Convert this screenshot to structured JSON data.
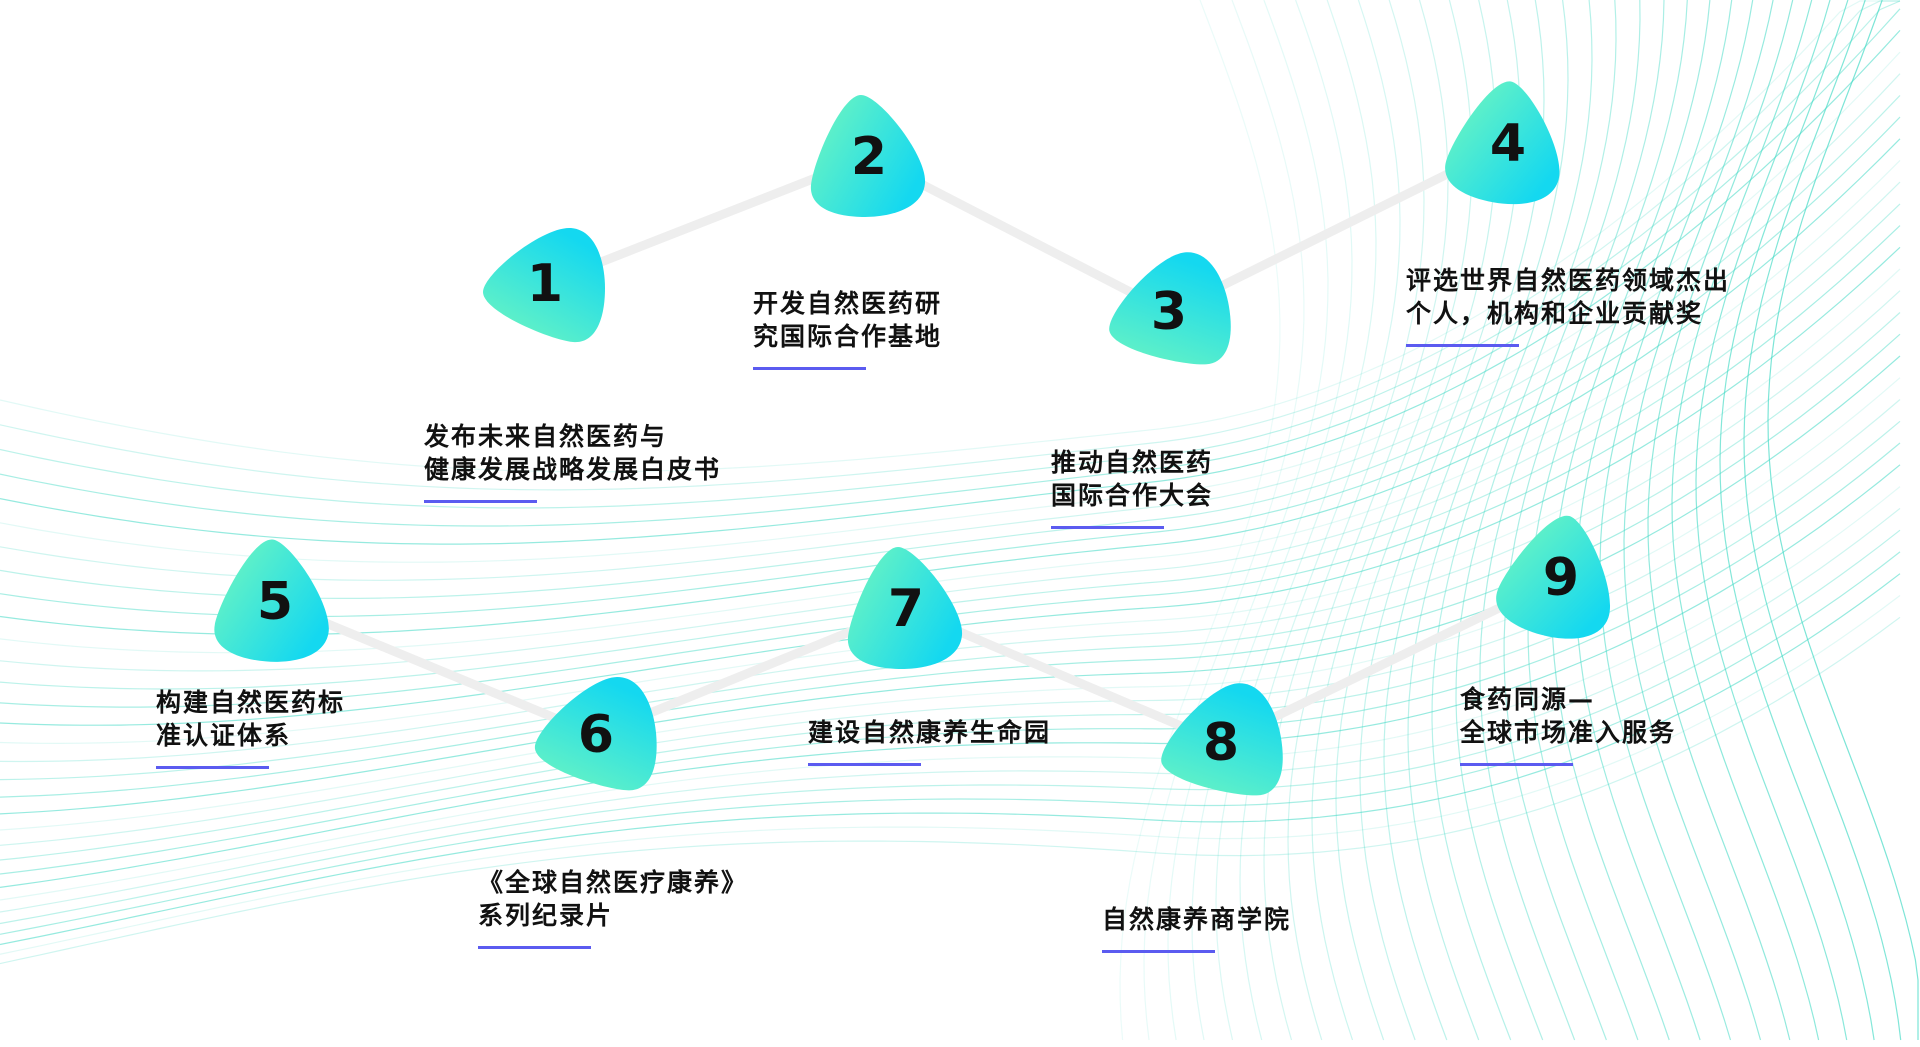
{
  "colors": {
    "gradient_start": "#74f7bd",
    "gradient_end": "#14d8f0",
    "underline": "#5b5bf0",
    "connector": "#eeeeee",
    "wave": "#3fd9c4"
  },
  "items": [
    {
      "number": "1",
      "lines": [
        "发布未来自然医药与",
        "健康发展战略发展白皮书"
      ]
    },
    {
      "number": "2",
      "lines": [
        "开发自然医药研",
        "究国际合作基地"
      ]
    },
    {
      "number": "3",
      "lines": [
        "推动自然医药",
        "国际合作大会"
      ]
    },
    {
      "number": "4",
      "lines": [
        "评选世界自然医药领域杰出",
        "个人，机构和企业贡献奖"
      ]
    },
    {
      "number": "5",
      "lines": [
        "构建自然医药标",
        "准认证体系"
      ]
    },
    {
      "number": "6",
      "lines": [
        "《全球自然医疗康养》",
        "系列纪录片"
      ]
    },
    {
      "number": "7",
      "lines": [
        "建设自然康养生命园"
      ]
    },
    {
      "number": "8",
      "lines": [
        "自然康养商学院"
      ]
    },
    {
      "number": "9",
      "lines": [
        "食药同源—",
        "全球市场准入服务"
      ]
    }
  ]
}
